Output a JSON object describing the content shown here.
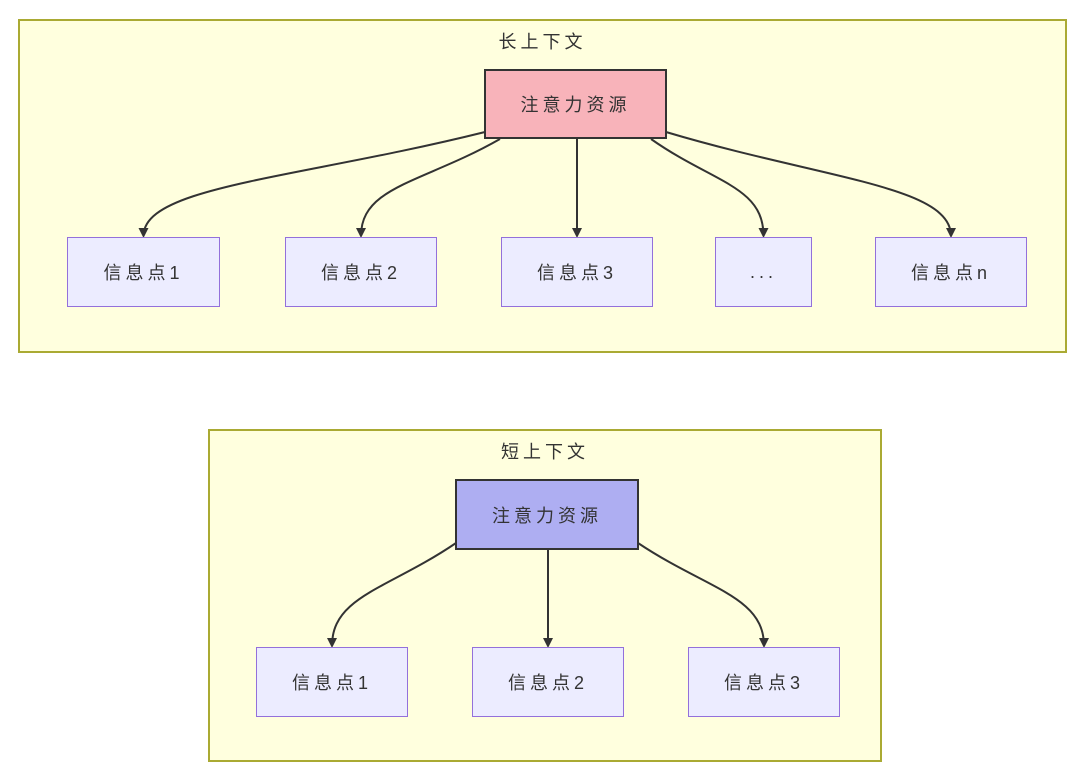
{
  "diagram": {
    "page_background": "#ffffff",
    "edge_color": "#333333",
    "node_style": {
      "fill": "#ececff",
      "stroke": "#9370db",
      "text_color": "#333333"
    },
    "groups": [
      {
        "id": "long-context",
        "title": "长上下文",
        "container": {
          "fill": "#ffffde",
          "stroke": "#aaaa33"
        },
        "root": {
          "label": "注意力资源",
          "fill": "#f8b3ba",
          "stroke": "#333333"
        },
        "children": [
          {
            "label": "信息点1"
          },
          {
            "label": "信息点2"
          },
          {
            "label": "信息点3"
          },
          {
            "label": "..."
          },
          {
            "label": "信息点n"
          }
        ]
      },
      {
        "id": "short-context",
        "title": "短上下文",
        "container": {
          "fill": "#ffffde",
          "stroke": "#aaaa33"
        },
        "root": {
          "label": "注意力资源",
          "fill": "#aeaef2",
          "stroke": "#333333"
        },
        "children": [
          {
            "label": "信息点1"
          },
          {
            "label": "信息点2"
          },
          {
            "label": "信息点3"
          }
        ]
      }
    ]
  }
}
